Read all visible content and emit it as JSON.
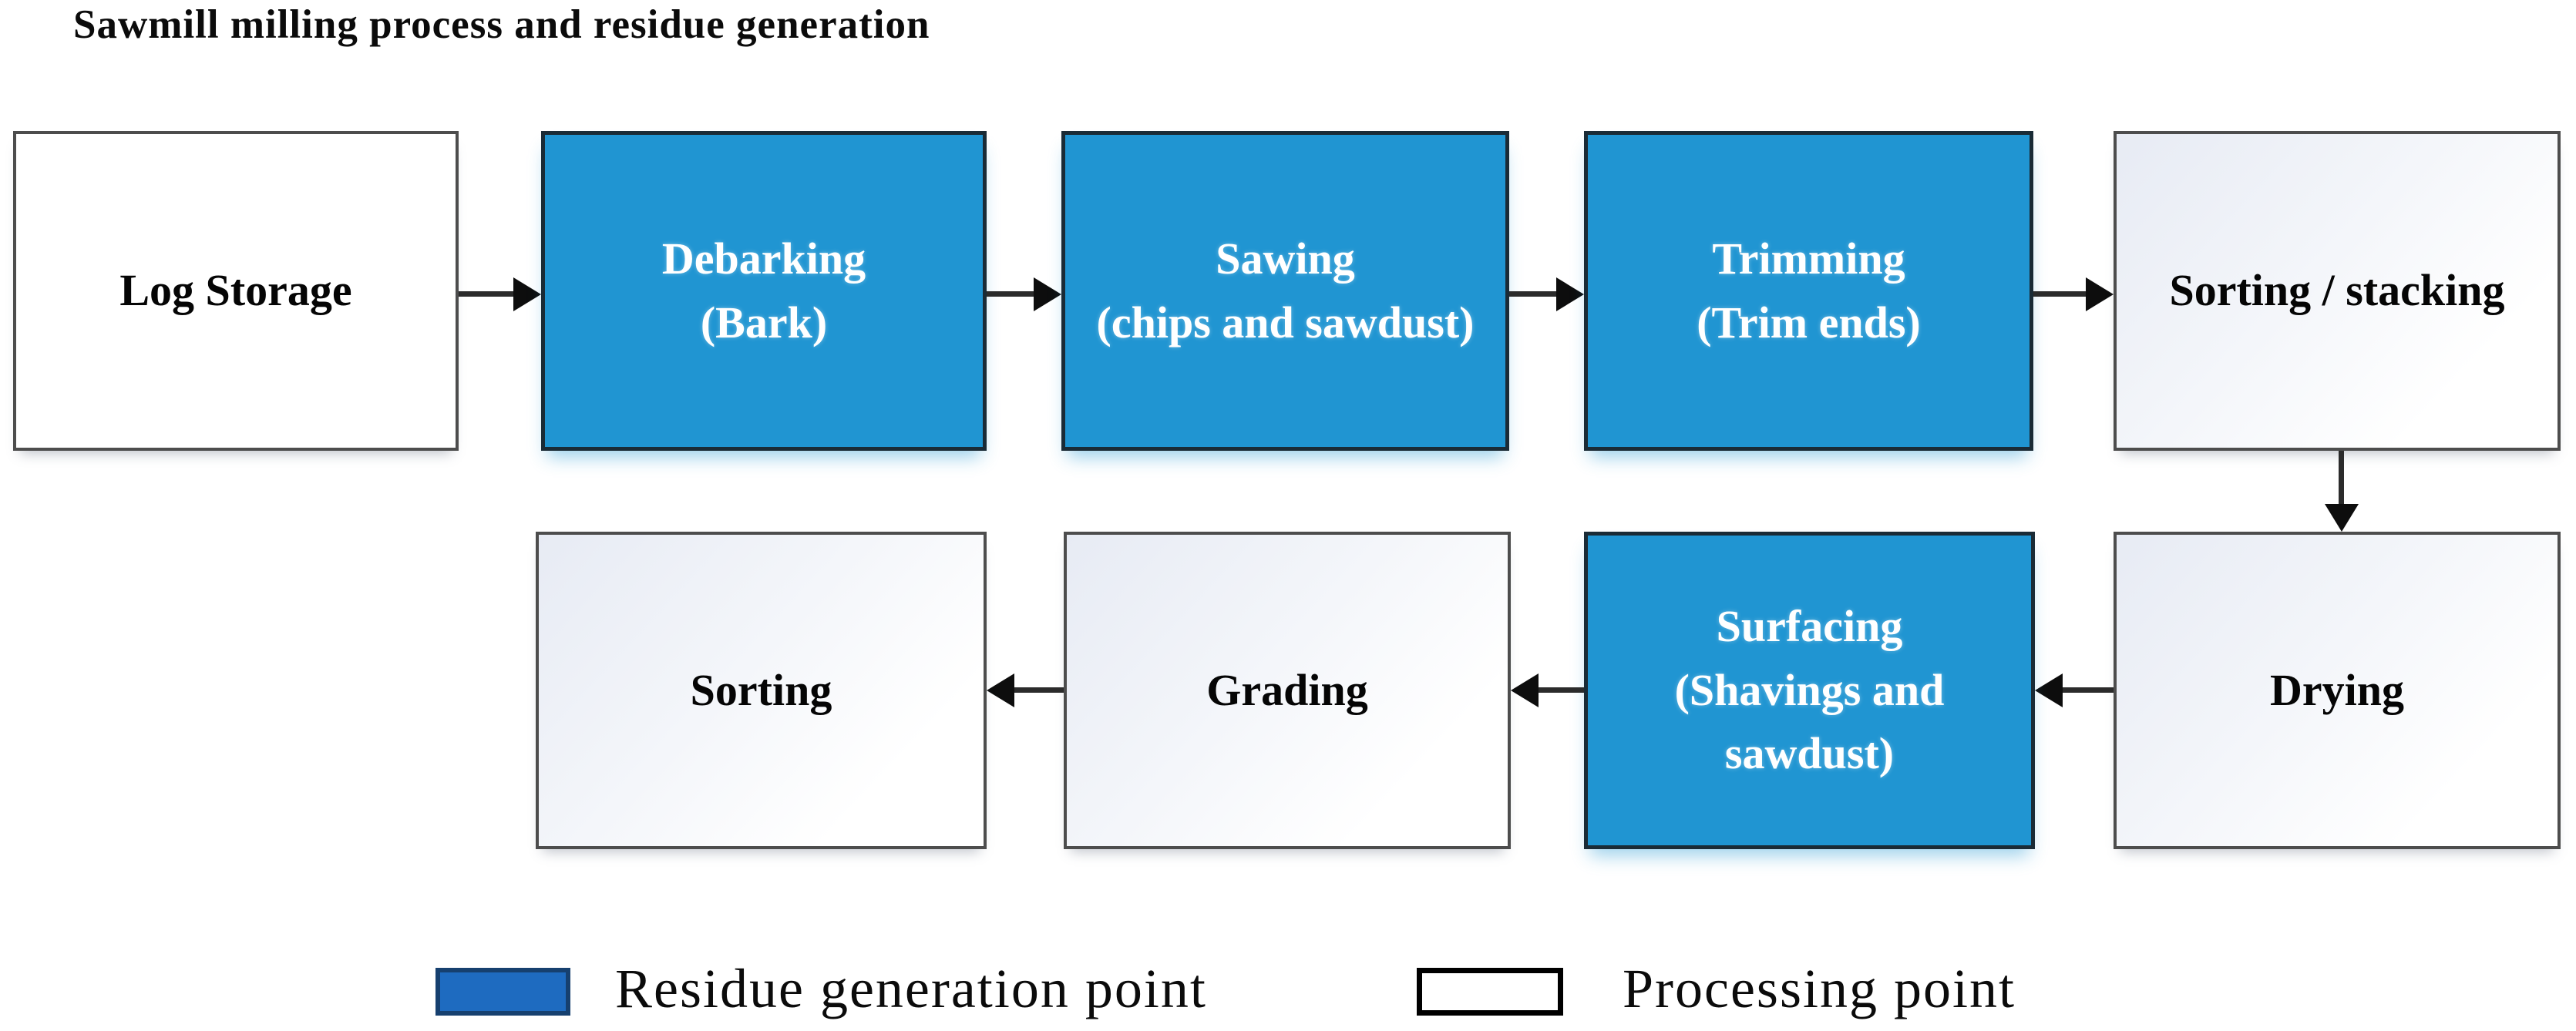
{
  "title": "Sawmill milling process and residue generation",
  "nodes": [
    {
      "id": "log-storage",
      "label": "Log Storage",
      "type": "processing"
    },
    {
      "id": "debarking",
      "label": "Debarking\n(Bark)",
      "type": "residue"
    },
    {
      "id": "sawing",
      "label": "Sawing\n(chips and sawdust)",
      "type": "residue"
    },
    {
      "id": "trimming",
      "label": "Trimming\n(Trim ends)",
      "type": "residue"
    },
    {
      "id": "sorting-stacking",
      "label": "Sorting / stacking",
      "type": "processing"
    },
    {
      "id": "drying",
      "label": "Drying",
      "type": "processing"
    },
    {
      "id": "surfacing",
      "label": "Surfacing\n(Shavings and\nsawdust)",
      "type": "residue"
    },
    {
      "id": "grading",
      "label": "Grading",
      "type": "processing"
    },
    {
      "id": "sorting",
      "label": "Sorting",
      "type": "processing"
    }
  ],
  "flow": [
    {
      "from": "Log Storage",
      "to": "Debarking",
      "direction": "right"
    },
    {
      "from": "Debarking",
      "to": "Sawing",
      "direction": "right"
    },
    {
      "from": "Sawing",
      "to": "Trimming",
      "direction": "right"
    },
    {
      "from": "Trimming",
      "to": "Sorting / stacking",
      "direction": "right"
    },
    {
      "from": "Sorting / stacking",
      "to": "Drying",
      "direction": "down"
    },
    {
      "from": "Drying",
      "to": "Surfacing",
      "direction": "left"
    },
    {
      "from": "Surfacing",
      "to": "Grading",
      "direction": "left"
    },
    {
      "from": "Grading",
      "to": "Sorting",
      "direction": "left"
    }
  ],
  "legend": {
    "items": [
      {
        "label": "Residue generation point",
        "swatch": "residue"
      },
      {
        "label": "Processing point",
        "swatch": "processing"
      }
    ]
  },
  "colors": {
    "residue_fill": "#2095d2",
    "residue_border": "#1a2b36",
    "process_border": "#4d4d4d",
    "process_grad_a": "#e7ebf4",
    "process_grad_b": "#f4f6fa",
    "arrow_shaft": "#2b2b2b",
    "arrow_head": "#0d0d0d",
    "legend_residue_fill": "#1e6bc0",
    "legend_residue_border": "#16406f"
  }
}
